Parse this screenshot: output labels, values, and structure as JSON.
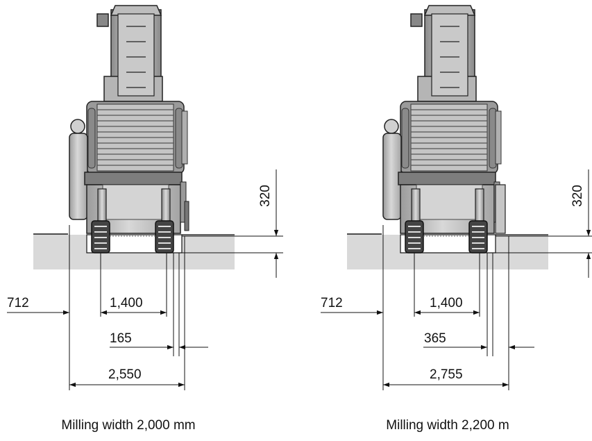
{
  "panels": [
    {
      "caption": "Milling width 2,000 mm",
      "dims": {
        "depth": "320",
        "left_overhang": "712",
        "track_spacing": "1,400",
        "side_offset": "165",
        "overall_width": "2,550"
      }
    },
    {
      "caption": "Milling width 2,200 m",
      "dims": {
        "depth": "320",
        "left_overhang": "712",
        "track_spacing": "1,400",
        "side_offset": "365",
        "overall_width": "2,755"
      }
    }
  ],
  "colors": {
    "ground": "#d9d9d9",
    "machine_light": "#cfcfcf",
    "machine_mid": "#a9a9a9",
    "machine_dark": "#6f6f6f",
    "line": "#111111"
  }
}
